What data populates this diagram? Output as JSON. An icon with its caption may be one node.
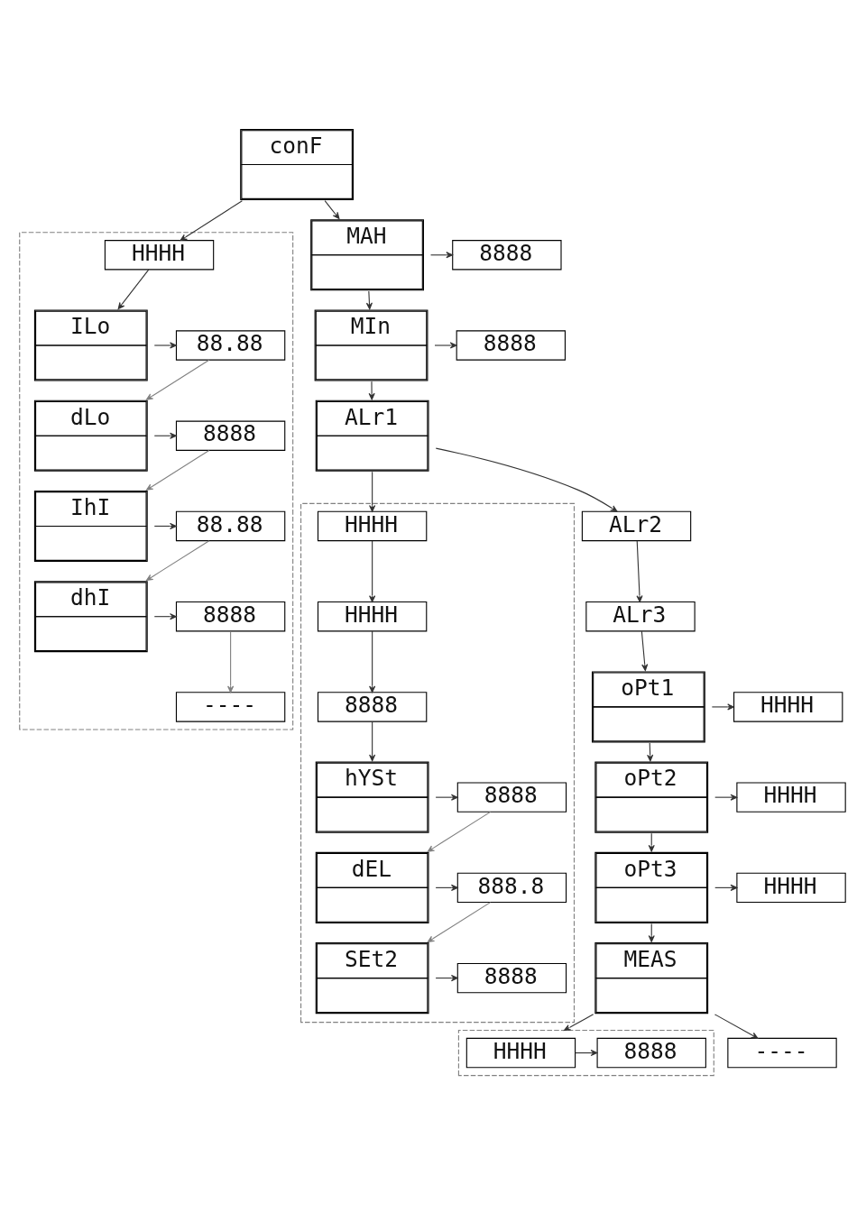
{
  "diagram": {
    "nodes": [
      {
        "text": [
          "conF"
        ]
      },
      {
        "text": [],
        "shape": "box"
      },
      {
        "text": [
          "HHHH"
        ],
        "in": 1
      },
      {
        "text": [
          "ILo"
        ],
        "in": 1
      },
      {
        "text": [
          "88.88"
        ],
        "in": 1
      },
      {
        "text": [
          "dLo"
        ],
        "in": 1
      },
      {
        "text": [
          "8888"
        ],
        "in": 1
      },
      {
        "text": [
          "IhI"
        ],
        "in": 1
      },
      {
        "text": [
          "88.88"
        ],
        "in": 1
      },
      {
        "text": [
          "dhI"
        ],
        "in": 1
      },
      {
        "text": [
          "8888"
        ],
        "in": 1
      },
      {
        "text": [
          "----"
        ],
        "in": 1
      },
      {
        "text": [
          "MAH"
        ]
      },
      {
        "text": [
          "8888"
        ]
      },
      {
        "text": [
          "MIn"
        ]
      },
      {
        "text": [
          "8888"
        ]
      },
      {
        "text": [
          "ALr1"
        ]
      },
      {
        "text": [],
        "shape": "box"
      },
      {
        "text": [
          "HHHH"
        ],
        "in": 17
      },
      {
        "text": [
          "HHHH"
        ],
        "in": 17
      },
      {
        "text": [
          "8888"
        ],
        "in": 17
      },
      {
        "text": [
          "hYSt"
        ],
        "in": 17
      },
      {
        "text": [
          "8888"
        ],
        "in": 17
      },
      {
        "text": [
          "dEL"
        ],
        "in": 17
      },
      {
        "text": [
          "888.8"
        ],
        "in": 17
      },
      {
        "text": [
          "SEt2"
        ],
        "in": 17
      },
      {
        "text": [
          "8888"
        ],
        "in": 17
      },
      {
        "text": [
          "ALr2"
        ]
      },
      {
        "text": [
          "ALr3"
        ]
      },
      {
        "text": [
          "oPt1"
        ]
      },
      {
        "text": [
          "HHHH"
        ]
      },
      {
        "text": [
          "oPt2"
        ]
      },
      {
        "text": [
          "HHHH"
        ]
      },
      {
        "text": [
          "oPt3"
        ]
      },
      {
        "text": [
          "HHHH"
        ]
      },
      {
        "text": [
          "MEAS"
        ]
      },
      {
        "text": [],
        "shape": "box"
      },
      {
        "text": [
          "HHHH"
        ],
        "in": 36
      },
      {
        "text": [
          "8888"
        ],
        "in": 36
      },
      {
        "text": [
          "----"
        ]
      }
    ],
    "edges": [
      {
        "from": 0,
        "to": 2,
        "arrow": "to"
      },
      {
        "from": 2,
        "to": 3,
        "arrow": "to"
      },
      {
        "from": 3,
        "to": 4,
        "arrow": "to"
      },
      {
        "from": 4,
        "to": 5,
        "arrow": "to",
        "color": "#808080"
      },
      {
        "from": 5,
        "to": 6,
        "arrow": "to"
      },
      {
        "from": 6,
        "to": 7,
        "arrow": "to",
        "color": "#808080"
      },
      {
        "from": 7,
        "to": 8,
        "arrow": "to"
      },
      {
        "from": 8,
        "to": 9,
        "arrow": "to",
        "color": "#808080"
      },
      {
        "from": 9,
        "to": 10,
        "arrow": "to"
      },
      {
        "from": 10,
        "to": 11,
        "arrow": "to",
        "color": "#808080"
      },
      {
        "from": 0,
        "to": 12,
        "arrow": "to"
      },
      {
        "from": 12,
        "to": 13,
        "arrow": "to"
      },
      {
        "from": 12,
        "to": 14,
        "arrow": "to"
      },
      {
        "from": 14,
        "to": 15,
        "arrow": "to"
      },
      {
        "from": 14,
        "to": 16,
        "arrow": "to"
      },
      {
        "from": 16,
        "to": 18,
        "arrow": "to"
      },
      {
        "from": 18,
        "to": 19,
        "arrow": "to"
      },
      {
        "from": 19,
        "to": 20,
        "arrow": "to"
      },
      {
        "from": 20,
        "to": 21,
        "arrow": "to"
      },
      {
        "from": 21,
        "to": 22,
        "arrow": "to"
      },
      {
        "from": 22,
        "to": 23,
        "arrow": "to",
        "color": "#808080"
      },
      {
        "from": 23,
        "to": 24,
        "arrow": "to"
      },
      {
        "from": 24,
        "to": 25,
        "arrow": "to",
        "color": "#808080"
      },
      {
        "from": 25,
        "to": 26,
        "arrow": "to"
      },
      {
        "from": 16,
        "to": 27,
        "arrow": "to"
      },
      {
        "from": 27,
        "to": 28,
        "arrow": "to"
      },
      {
        "from": 28,
        "to": 29,
        "arrow": "to"
      },
      {
        "from": 29,
        "to": 30,
        "arrow": "to"
      },
      {
        "from": 29,
        "to": 31,
        "arrow": "to"
      },
      {
        "from": 31,
        "to": 32,
        "arrow": "to"
      },
      {
        "from": 31,
        "to": 33,
        "arrow": "to"
      },
      {
        "from": 33,
        "to": 34,
        "arrow": "to"
      },
      {
        "from": 33,
        "to": 35,
        "arrow": "to"
      },
      {
        "from": 35,
        "to": 36,
        "arrow": "to"
      },
      {
        "from": 37,
        "to": 38,
        "arrow": "to"
      },
      {
        "from": 35,
        "to": 39,
        "arrow": "to"
      }
    ]
  }
}
